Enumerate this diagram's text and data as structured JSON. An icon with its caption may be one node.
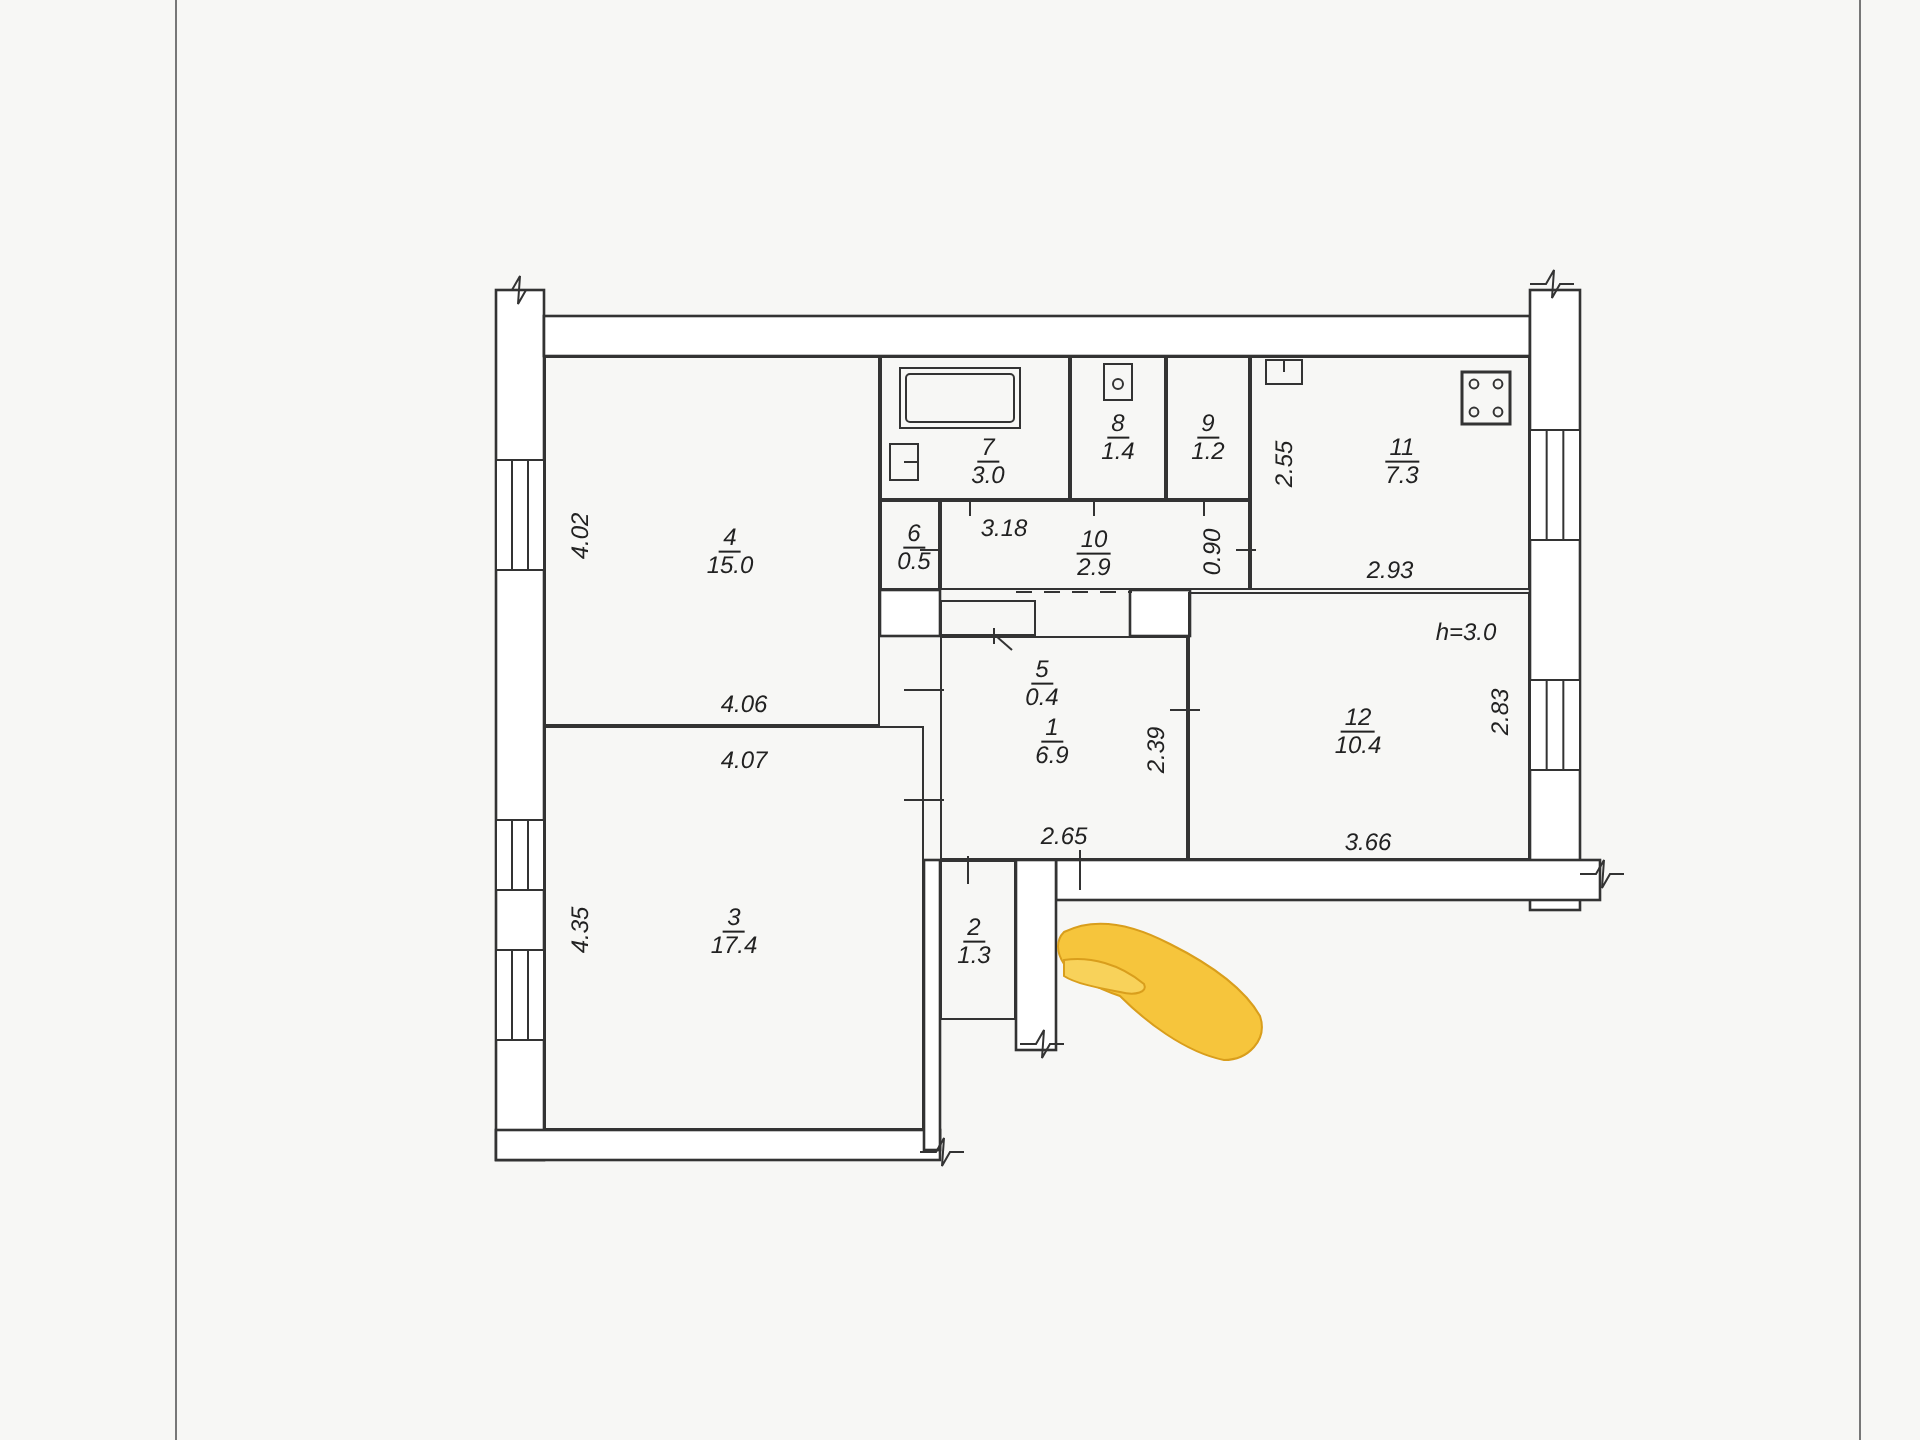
{
  "diagram": {
    "nodes": [
      {
        "text": [
          "7",
          "3.0"
        ]
      },
      {
        "text": [
          "8",
          "1.4"
        ]
      },
      {
        "text": [
          "9",
          "1.2"
        ]
      },
      {
        "text": [
          "11",
          "7.3"
        ]
      },
      {
        "text": [
          "4",
          "15.0"
        ]
      },
      {
        "text": [
          "6",
          "0.5"
        ]
      },
      {
        "text": [
          "10",
          "2.9"
        ]
      },
      {
        "text": [],
        "shape": "box"
      },
      {
        "text": [
          "5",
          "0.4"
        ],
        "in": 9
      },
      {
        "text": [
          "1",
          "6.9"
        ]
      },
      {
        "text": [
          "12",
          "10.4"
        ]
      },
      {
        "text": [
          "3",
          "17.4"
        ]
      },
      {
        "text": [
          "2",
          "1.3"
        ]
      }
    ],
    "edges": [
      {
        "from": 8,
        "to": 7,
        "arrow": "none"
      }
    ],
    "labels": [
      "4.02",
      "3.18",
      "0.90",
      "2.55",
      "2.93",
      "h=3.0",
      "4.06",
      "4.07",
      "2.39",
      "2.83",
      "2.65",
      "3.66",
      "4.35"
    ]
  }
}
